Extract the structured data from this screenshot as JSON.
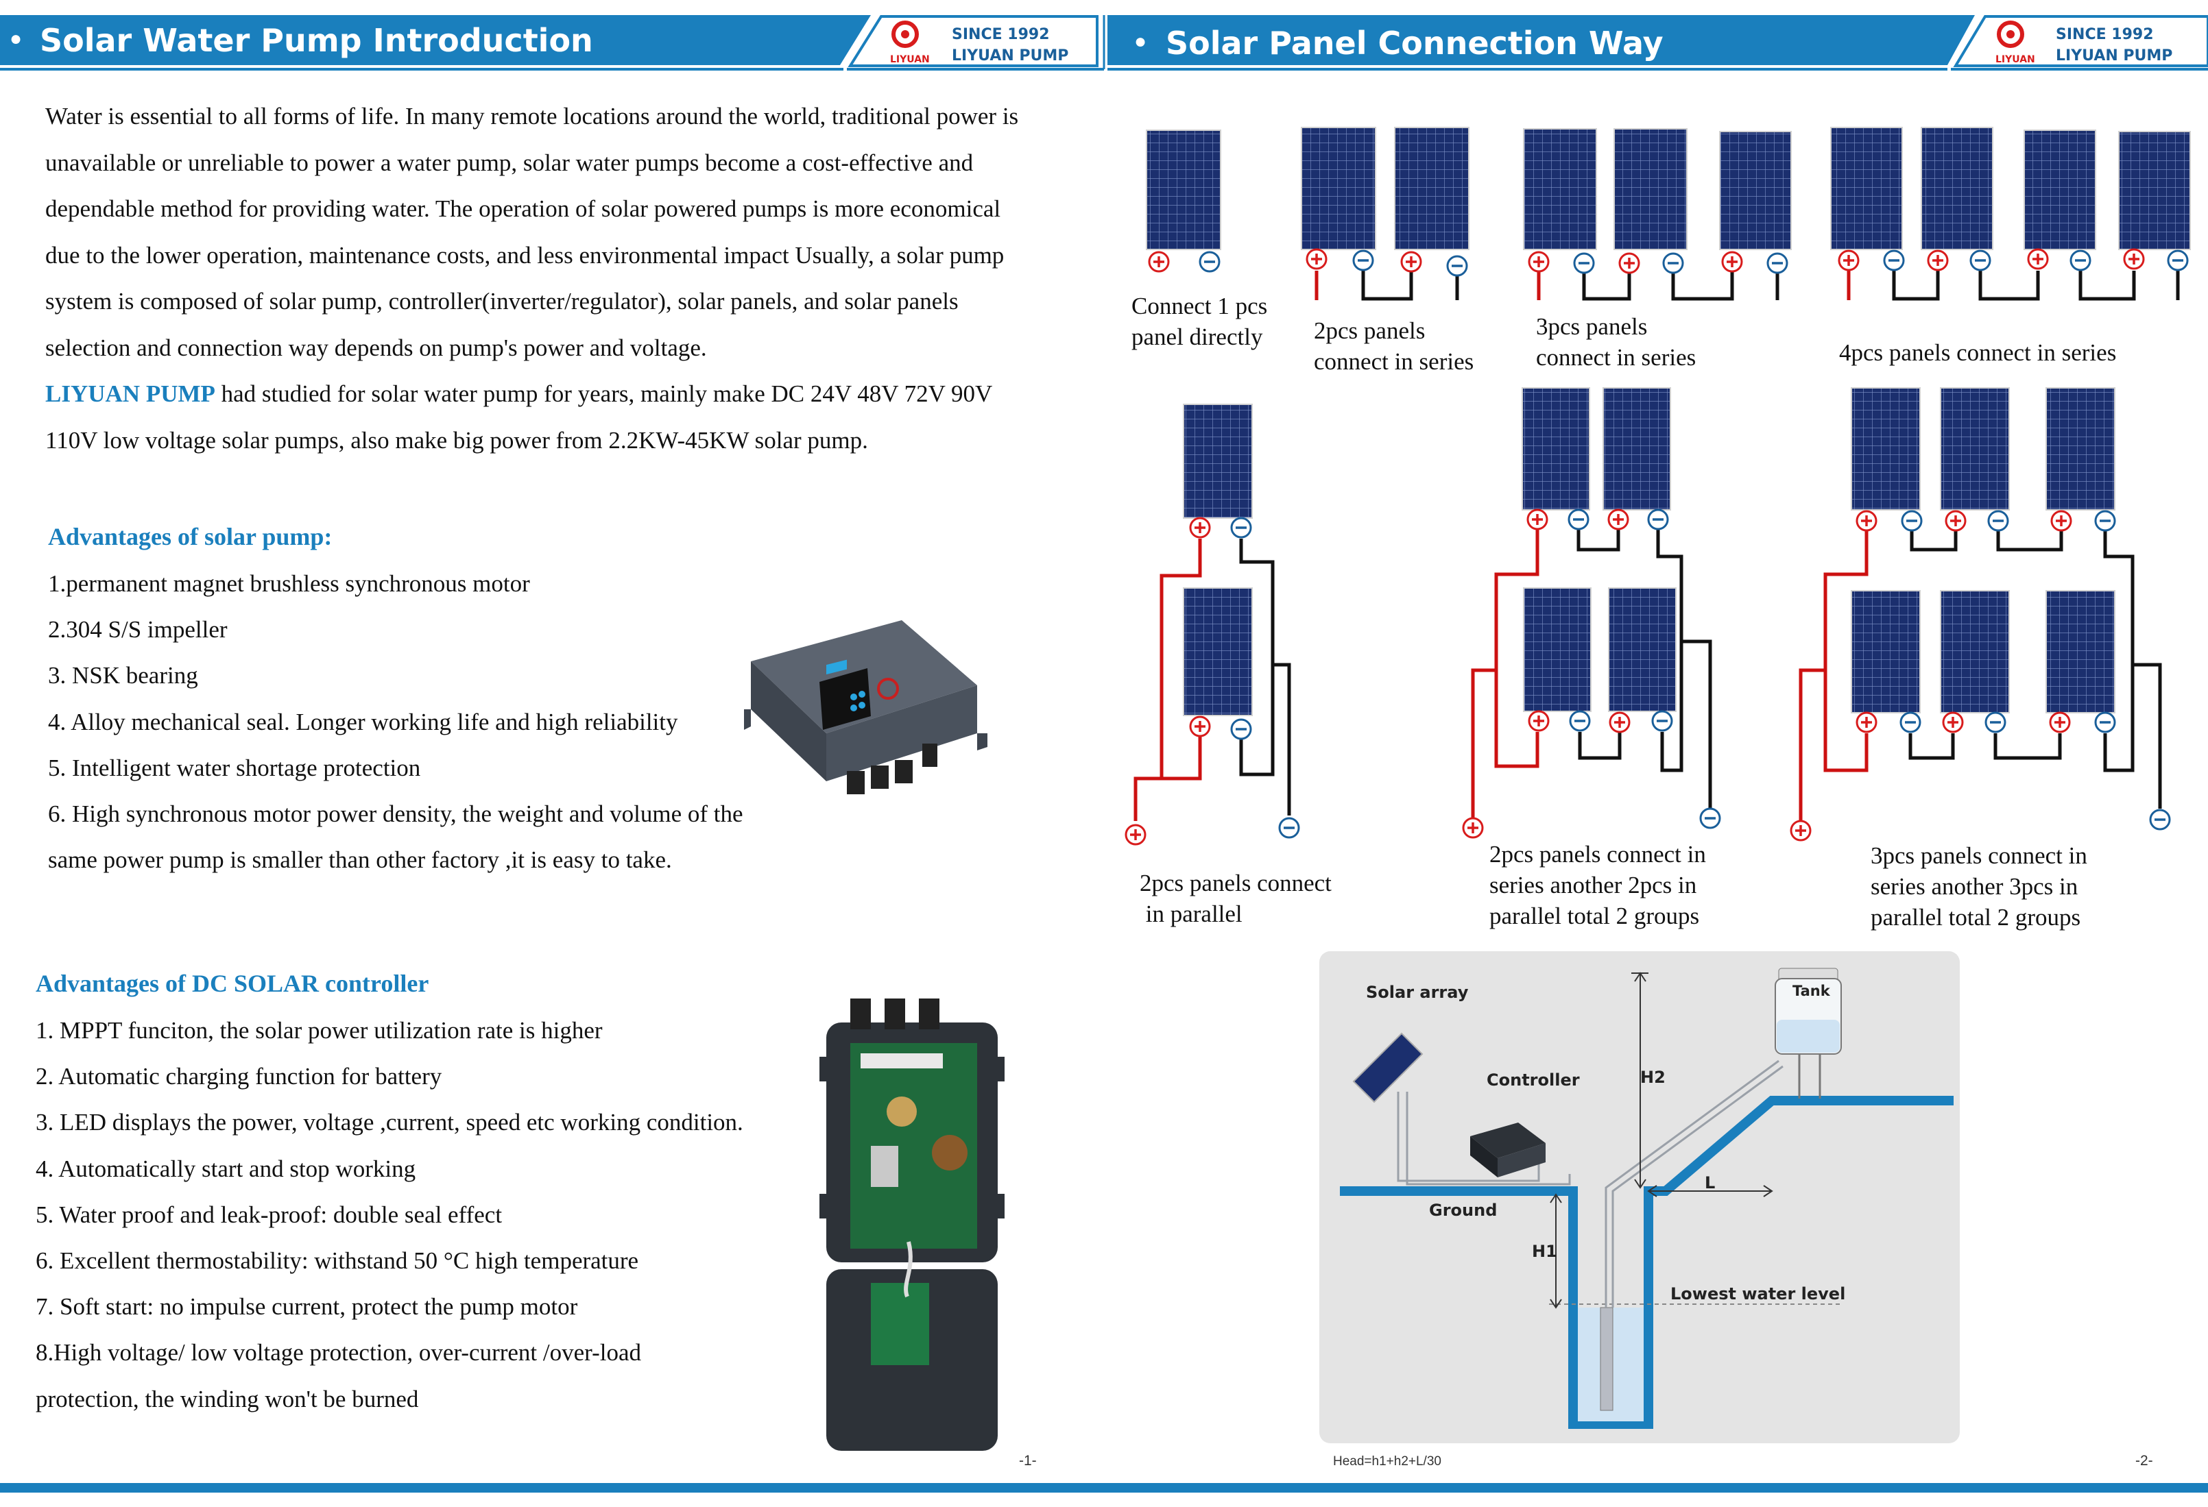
{
  "brand": {
    "since": "SINCE  1992",
    "name": "LIYUAN PUMP",
    "logo_text": "LIYUAN"
  },
  "left_page": {
    "title": "Solar Water Pump Introduction",
    "intro_lines": [
      "Water is essential to all forms of life. In many remote locations around the world, traditional power is",
      "unavailable or unreliable to power a water pump, solar water pumps become a cost-effective and",
      "dependable method for providing water. The operation of solar powered pumps is more economical",
      "due to the lower operation, maintenance costs, and less environmental impact Usually, a solar pump",
      "system is composed of solar pump, controller(inverter/regulator), solar panels, and solar panels",
      "selection and connection way depends on pump's power and voltage."
    ],
    "company_name": "LIYUAN PUMP",
    "company_line_1": " had studied for solar water pump for years, mainly make DC 24V 48V 72V 90V",
    "company_line_2": "110V low voltage solar pumps, also make big power from 2.2KW-45KW solar pump.",
    "pump_heading": "Advantages of solar pump:",
    "pump_advantages": [
      "1.permanent magnet brushless synchronous motor",
      "2.304 S/S impeller",
      "3. NSK bearing",
      "4. Alloy mechanical seal. Longer working life and high reliability",
      "5. Intelligent water shortage protection",
      "6. High synchronous motor power density, the weight and volume of the",
      "same power pump is smaller than other factory ,it is easy to take."
    ],
    "controller_heading": "Advantages of DC SOLAR controller",
    "controller_advantages": [
      "1. MPPT funciton, the solar power utilization rate is higher",
      "2. Automatic charging function for battery",
      "3. LED displays the power, voltage ,current, speed etc working condition.",
      "4. Automatically start and stop working",
      "5. Water proof and leak-proof: double seal effect",
      "6. Excellent thermostability: withstand 50 °C high temperature",
      "7.  Soft start: no impulse current, protect the pump motor",
      "8.High voltage/ low voltage protection, over-current /over-load",
      "protection, the winding won't be burned"
    ],
    "page_number": "-1-"
  },
  "right_page": {
    "title": "Solar Panel Connection Way",
    "captions": {
      "one": [
        "Connect 1 pcs",
        "panel directly"
      ],
      "two": [
        "2pcs panels",
        "connect in series"
      ],
      "three": [
        "3pcs panels",
        "connect in series"
      ],
      "four": [
        "4pcs panels connect in series"
      ],
      "parallel2": [
        "2pcs panels connect",
        " in parallel"
      ],
      "sp2x2": [
        "2pcs panels connect in",
        "series another 2pcs in",
        "parallel total 2 groups"
      ],
      "sp3x2": [
        "3pcs panels connect in",
        "series another 3pcs in",
        "parallel total 2 groups"
      ]
    },
    "diagram": {
      "solar_array": "Solar array",
      "tank": "Tank",
      "controller": "Controller",
      "h2": "H2",
      "l": "L",
      "ground": "Ground",
      "h1": "H1",
      "lowest": "Lowest water level",
      "formula": "Head=h1+h2+L/30"
    },
    "page_number": "-2-"
  },
  "colors": {
    "header_blue": "#1a7fbd",
    "positive_red": "#d81c1c",
    "negative_blue": "#1a5f9a",
    "water_blue": "#1a7fbd",
    "wire_red": "#cc1111"
  }
}
